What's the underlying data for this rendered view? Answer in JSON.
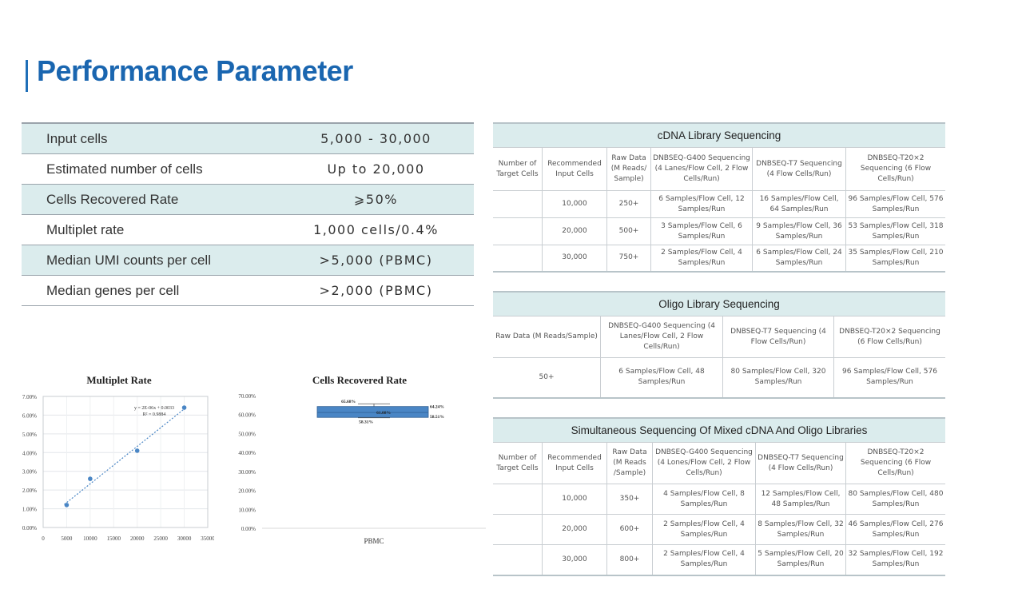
{
  "page": {
    "title": "Performance Parameter"
  },
  "params": [
    {
      "label": "Input cells",
      "value": "5,000 - 30,000"
    },
    {
      "label": "Estimated number of cells",
      "value": "Up to 20,000"
    },
    {
      "label": "Cells Recovered Rate",
      "value": "⩾50%"
    },
    {
      "label": "Multiplet rate",
      "value": "1,000 cells/0.4%"
    },
    {
      "label": "Median UMI counts per cell",
      "value": ">5,000 (PBMC)"
    },
    {
      "label": "Median genes per cell",
      "value": ">2,000 (PBMC)"
    }
  ],
  "colors": {
    "accent": "#1a66b0",
    "row_shade": "#dbeced",
    "marker": "#4a86c5"
  },
  "chart_data": [
    {
      "type": "scatter",
      "title": "Multiplet Rate",
      "x": [
        5000,
        10000,
        20000,
        30000
      ],
      "y": [
        0.012,
        0.026,
        0.041,
        0.064
      ],
      "xlim": [
        0,
        35000
      ],
      "ylim": [
        0,
        0.07
      ],
      "xticks": [
        "0",
        "5000",
        "10000",
        "15000",
        "20000",
        "25000",
        "30000",
        "35000"
      ],
      "yticks": [
        "0.00%",
        "1.00%",
        "2.00%",
        "3.00%",
        "4.00%",
        "5.00%",
        "6.00%",
        "7.00%"
      ],
      "trendline": {
        "equation": "y = 2E-06x + 0.0033",
        "r2": "R² = 0.9884"
      },
      "grid": true
    },
    {
      "type": "bar",
      "title": "Cells Recovered Rate",
      "categories": [
        "PBMC"
      ],
      "box": {
        "max": 0.6424,
        "q3": 0.6308,
        "median": 0.6108,
        "q1": 0.5851,
        "min": 0.5831
      },
      "labels": [
        "65.68%",
        "64.24%",
        "61.08%",
        "58.51%",
        "58.31%"
      ],
      "yticks": [
        "0.00%",
        "10.00%",
        "20.00%",
        "30.00%",
        "40.00%",
        "50.00%",
        "60.00%",
        "70.00%"
      ],
      "ylim": [
        0,
        0.7
      ]
    }
  ],
  "cdna_table": {
    "caption": "cDNA Library Sequencing",
    "headers": [
      "Number of Target Cells",
      "Recommended Input Cells",
      "Raw Data (M Reads/ Sample)",
      "DNBSEQ-G400 Sequencing (4 Lanes/Flow Cell, 2 Flow Cells/Run)",
      "DNBSEQ-T7 Sequencing (4 Flow Cells/Run)",
      "DNBSEQ-T20×2 Sequencing (6 Flow Cells/Run)"
    ],
    "rows": [
      [
        "",
        "10,000",
        "250+",
        "6 Samples/Flow Cell, 12 Samples/Run",
        "16 Samples/Flow Cell, 64 Samples/Run",
        "96 Samples/Flow Cell, 576 Samples/Run"
      ],
      [
        "",
        "20,000",
        "500+",
        "3 Samples/Flow Cell, 6 Samples/Run",
        "9 Samples/Flow Cell, 36 Samples/Run",
        "53 Samples/Flow Cell, 318 Samples/Run"
      ],
      [
        "",
        "30,000",
        "750+",
        "2 Samples/Flow Cell, 4 Samples/Run",
        "6 Samples/Flow Cell, 24 Samples/Run",
        "35 Samples/Flow Cell, 210 Samples/Run"
      ]
    ]
  },
  "oligo_table": {
    "caption": "Oligo Library Sequencing",
    "headers": [
      "Raw Data (M Reads/Sample)",
      "DNBSEQ-G400 Sequencing (4 Lanes/Flow Cell, 2 Flow Cells/Run)",
      "DNBSEQ-T7 Sequencing (4 Flow Cells/Run)",
      "DNBSEQ-T20×2 Sequencing (6 Flow Cells/Run)"
    ],
    "rows": [
      [
        "50+",
        "6 Samples/Flow Cell, 48 Samples/Run",
        "80 Samples/Flow Cell, 320 Samples/Run",
        "96 Samples/Flow Cell, 576 Samples/Run"
      ]
    ]
  },
  "mixed_table": {
    "caption": "Simultaneous Sequencing Of Mixed cDNA And Oligo Libraries",
    "headers": [
      "Number of Target Cells",
      "Recommended Input Cells",
      "Raw Data (M Reads /Sample)",
      "DNBSEQ-G400 Sequencing (4 Lones/Flow Cell, 2 Flow Cells/Run)",
      "DNBSEQ-T7 Sequencing (4 Flow Cells/Run)",
      "DNBSEQ-T20×2 Sequencing (6 Flow Cells/Run)"
    ],
    "rows": [
      [
        "",
        "10,000",
        "350+",
        "4 Samples/Flow Cell, 8 Samples/Run",
        "12 Samples/Flow Cell, 48 Samples/Run",
        "80 Samples/Flow Cell, 480 Samples/Run"
      ],
      [
        "",
        "20,000",
        "600+",
        "2 Samples/Flow Cell, 4 Samples/Run",
        "8 Samples/Flow Cell, 32 Samples/Run",
        "46 Samples/Flow Cell, 276 Samples/Run"
      ],
      [
        "",
        "30,000",
        "800+",
        "2 Samples/Flow Cell, 4 Samples/Run",
        "5 Samples/Flow Cell, 20 Samples/Run",
        "32 Samples/Flow Cell, 192 Samples/Run"
      ]
    ]
  }
}
